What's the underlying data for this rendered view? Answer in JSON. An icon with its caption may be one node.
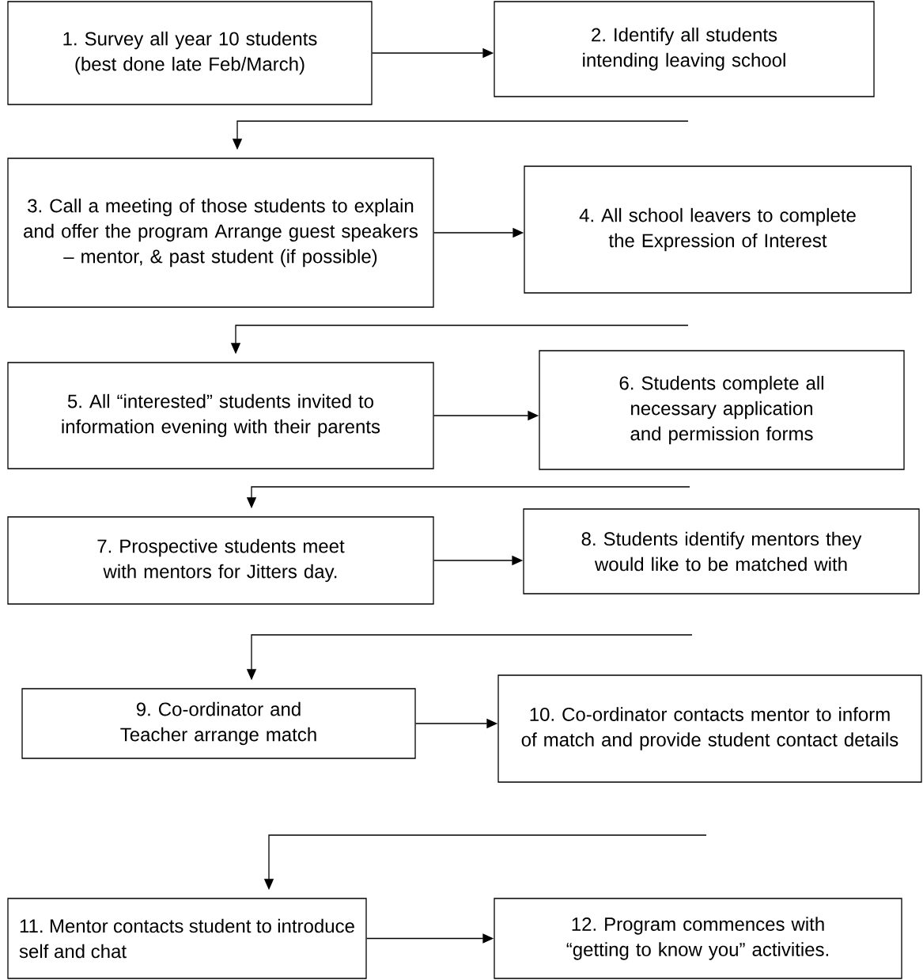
{
  "diagram": {
    "nodes": [
      {
        "text": [
          "1. Survey all year 10 students (best done late Feb/March)"
        ]
      },
      {
        "text": [
          "2. Identify all students intending leaving school"
        ]
      },
      {
        "text": [
          "3. Call a meeting of those students to explain and offer the program Arrange guest speakers – mentor, & past student (if possible)"
        ]
      },
      {
        "text": [
          "4. All school leavers to complete the Expression of Interest"
        ]
      },
      {
        "text": [
          "5. All “interested” students invited to information evening with their parents"
        ]
      },
      {
        "text": [
          "6. Students complete all necessary application and permission forms"
        ]
      },
      {
        "text": [
          "7. Prospective students meet with mentors for Jitters day."
        ]
      },
      {
        "text": [
          "8. Students identify mentors they would like to be matched with"
        ]
      },
      {
        "text": [
          "9. Co-ordinator and Teacher arrange match"
        ]
      },
      {
        "text": [
          "10. Co-ordinator contacts mentor to inform of match and provide student contact details"
        ]
      },
      {
        "text": [
          "11. Mentor contacts student to introduce self and chat"
        ]
      },
      {
        "text": [
          "12. Program commences with “getting to know you” activities."
        ]
      }
    ],
    "edges": [
      {
        "from": 0,
        "to": 1,
        "arrow": "to"
      },
      {
        "from": null,
        "to": 2,
        "arrow": "to"
      },
      {
        "from": 2,
        "to": 3,
        "arrow": "to"
      },
      {
        "from": null,
        "to": 4,
        "arrow": "to"
      },
      {
        "from": 4,
        "to": 5,
        "arrow": "to"
      },
      {
        "from": null,
        "to": 6,
        "arrow": "to"
      },
      {
        "from": 6,
        "to": 7,
        "arrow": "to"
      },
      {
        "from": null,
        "to": 8,
        "arrow": "to"
      },
      {
        "from": 8,
        "to": 9,
        "arrow": "to"
      },
      {
        "from": null,
        "to": 10,
        "arrow": "to"
      },
      {
        "from": 10,
        "to": 11,
        "arrow": "to"
      }
    ]
  }
}
